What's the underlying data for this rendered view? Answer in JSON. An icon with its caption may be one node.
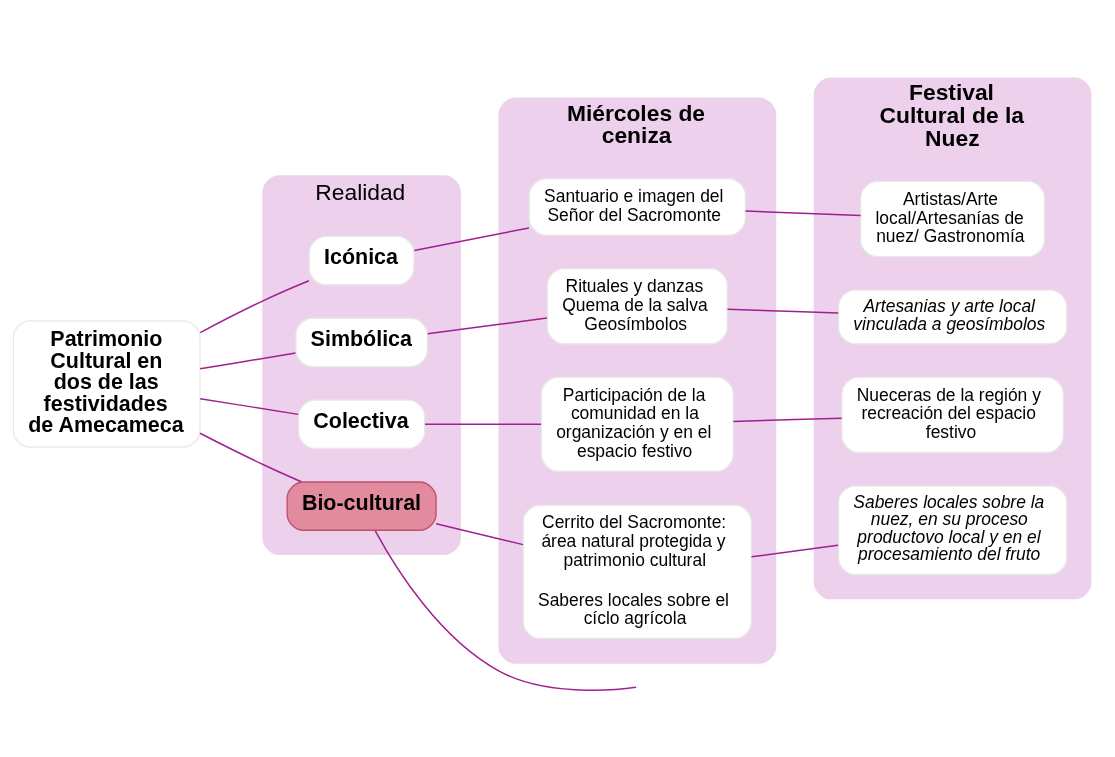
{
  "diagram": {
    "nodes": [
      {
        "text": [
          "Patrimonio Cultural en dos de las festividades de Amecameca"
        ]
      },
      {
        "text": [
          "Realidad"
        ]
      },
      {
        "text": [
          "Icónica"
        ],
        "in": 1
      },
      {
        "text": [
          "Simbólica"
        ],
        "in": 1
      },
      {
        "text": [
          "Colectiva"
        ],
        "in": 1
      },
      {
        "text": [
          "Bio-cultural"
        ],
        "in": 1
      },
      {
        "text": [
          "Miércoles de ceniza"
        ]
      },
      {
        "text": [
          "Santuario e imagen del Señor del Sacromonte"
        ],
        "in": 6
      },
      {
        "text": [
          "Rituales y danzas",
          "Quema de la salva",
          "Geosímbolos"
        ],
        "in": 6
      },
      {
        "text": [
          "Participación de la comunidad en la organización y en el espacio festivo"
        ],
        "in": 6
      },
      {
        "text": [
          "Cerrito del Sacromonte: área natural protegida y patrimonio cultural",
          "Saberes locales sobre el cíclo agrícola"
        ],
        "in": 6
      },
      {
        "text": [
          "Festival Cultural de la Nuez"
        ]
      },
      {
        "text": [
          "Artistas/Arte local/Artesanías de nuez/ Gastronomía"
        ],
        "in": 11
      },
      {
        "text": [
          "Artesanias y arte local vinculada a geosímbolos"
        ],
        "in": 11
      },
      {
        "text": [
          "Nueceras de la región y recreación del espacio festivo"
        ],
        "in": 11
      },
      {
        "text": [
          "Saberes locales sobre la nuez, en su proceso productovo local y en el procesamiento del fruto"
        ],
        "in": 11
      }
    ],
    "edges": [
      {
        "from": 0,
        "to": 2,
        "arrow": "none"
      },
      {
        "from": 0,
        "to": 3,
        "arrow": "none"
      },
      {
        "from": 0,
        "to": 4,
        "arrow": "none"
      },
      {
        "from": 0,
        "to": 5,
        "arrow": "none"
      },
      {
        "from": 5,
        "to": null,
        "arrow": "none"
      },
      {
        "from": 2,
        "to": 7,
        "arrow": "none"
      },
      {
        "from": 7,
        "to": 12,
        "arrow": "none"
      },
      {
        "from": 3,
        "to": 8,
        "arrow": "none"
      },
      {
        "from": 8,
        "to": 13,
        "arrow": "none"
      },
      {
        "from": 4,
        "to": 9,
        "arrow": "none"
      },
      {
        "from": 9,
        "to": 14,
        "arrow": "none"
      },
      {
        "from": 5,
        "to": 10,
        "arrow": "none"
      },
      {
        "from": 10,
        "to": 15,
        "arrow": "none"
      }
    ]
  }
}
